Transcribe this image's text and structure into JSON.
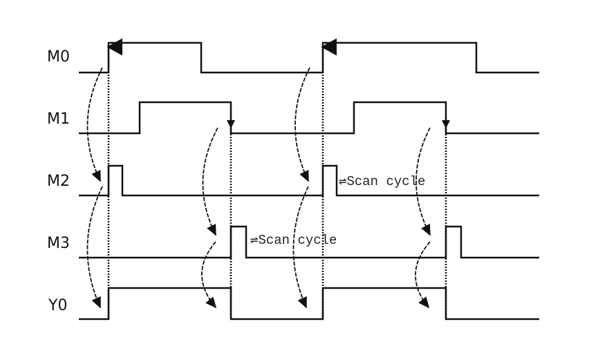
{
  "signals": [
    {
      "name": "M0"
    },
    {
      "name": "M1"
    },
    {
      "name": "M2"
    },
    {
      "name": "M3"
    },
    {
      "name": "Y0"
    }
  ],
  "annotations": {
    "scan_cycle_1": "⇌Scan cycle",
    "scan_cycle_2": "⇌Scan cycle"
  }
}
